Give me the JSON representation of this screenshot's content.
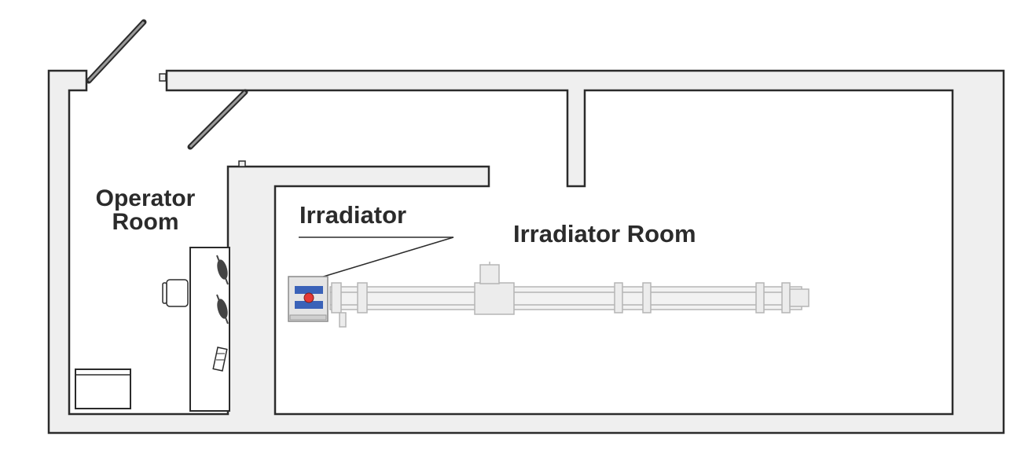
{
  "labels": {
    "operator_room_line1": "Operator",
    "operator_room_line2": "Room",
    "irradiator": "Irradiator",
    "irradiator_room": "Irradiator Room"
  },
  "colors": {
    "wall_fill": "#efefef",
    "wall_stroke": "#2b2b2b",
    "text": "#2b2b2b",
    "rail": "#d8d8d8",
    "source_blue": "#3a62b8",
    "source_red": "#e53935"
  }
}
